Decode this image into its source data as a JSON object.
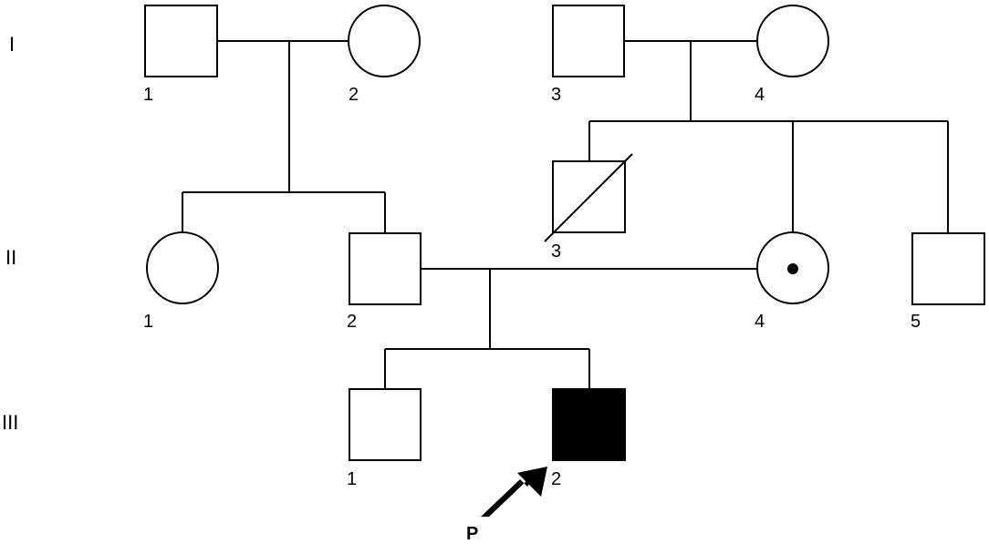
{
  "generations": [
    "I",
    "II",
    "III"
  ],
  "colors": {
    "line": "#000000",
    "unaffected_fill": "#ffffff",
    "affected_fill": "#000000",
    "carrier_dot": "#000000"
  },
  "individuals": {
    "I_1": {
      "label": "1",
      "sex": "male",
      "status": "unaffected"
    },
    "I_2": {
      "label": "2",
      "sex": "female",
      "status": "unaffected"
    },
    "I_3": {
      "label": "3",
      "sex": "male",
      "status": "unaffected"
    },
    "I_4": {
      "label": "4",
      "sex": "female",
      "status": "unaffected"
    },
    "II_1": {
      "label": "1",
      "sex": "female",
      "status": "unaffected"
    },
    "II_2": {
      "label": "2",
      "sex": "male",
      "status": "unaffected"
    },
    "II_3": {
      "label": "3",
      "sex": "male",
      "status": "deceased"
    },
    "II_4": {
      "label": "4",
      "sex": "female",
      "status": "carrier"
    },
    "II_5": {
      "label": "5",
      "sex": "male",
      "status": "unaffected"
    },
    "III_1": {
      "label": "1",
      "sex": "male",
      "status": "unaffected"
    },
    "III_2": {
      "label": "2",
      "sex": "male",
      "status": "affected"
    }
  },
  "proband": {
    "label": "P",
    "individual": "III_2",
    "arrow_icon": "arrow-icon"
  }
}
